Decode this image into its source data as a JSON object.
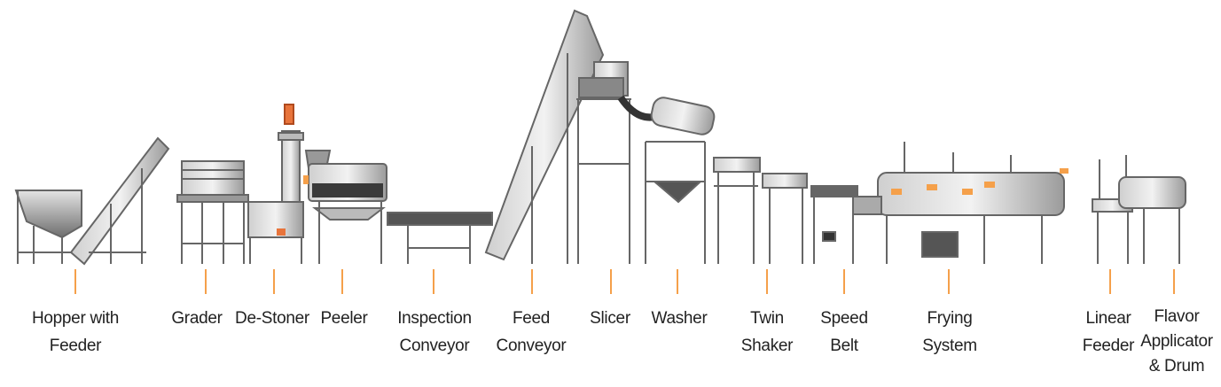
{
  "stations": [
    {
      "id": "hopper",
      "label": "Hopper with\nFeeder"
    },
    {
      "id": "grader",
      "label": "Grader"
    },
    {
      "id": "destoner",
      "label": "De-Stoner"
    },
    {
      "id": "peeler",
      "label": "Peeler"
    },
    {
      "id": "inspection",
      "label": "Inspection\nConveyor"
    },
    {
      "id": "feed",
      "label": "Feed\nConveyor"
    },
    {
      "id": "slicer",
      "label": "Slicer"
    },
    {
      "id": "washer",
      "label": "Washer"
    },
    {
      "id": "twinshaker",
      "label": "Twin\nShaker"
    },
    {
      "id": "speedbelt",
      "label": "Speed\nBelt"
    },
    {
      "id": "frying",
      "label": "Frying\nSystem"
    },
    {
      "id": "linearfeeder",
      "label": "Linear\nFeeder"
    },
    {
      "id": "flavor",
      "label": "Flavor\nApplicator\n& Drum"
    }
  ],
  "colors": {
    "tick": "#f5a04a",
    "steel": "#9a9a9a",
    "steel_dark": "#555555",
    "accent": "#e8743b",
    "text": "#222222"
  }
}
